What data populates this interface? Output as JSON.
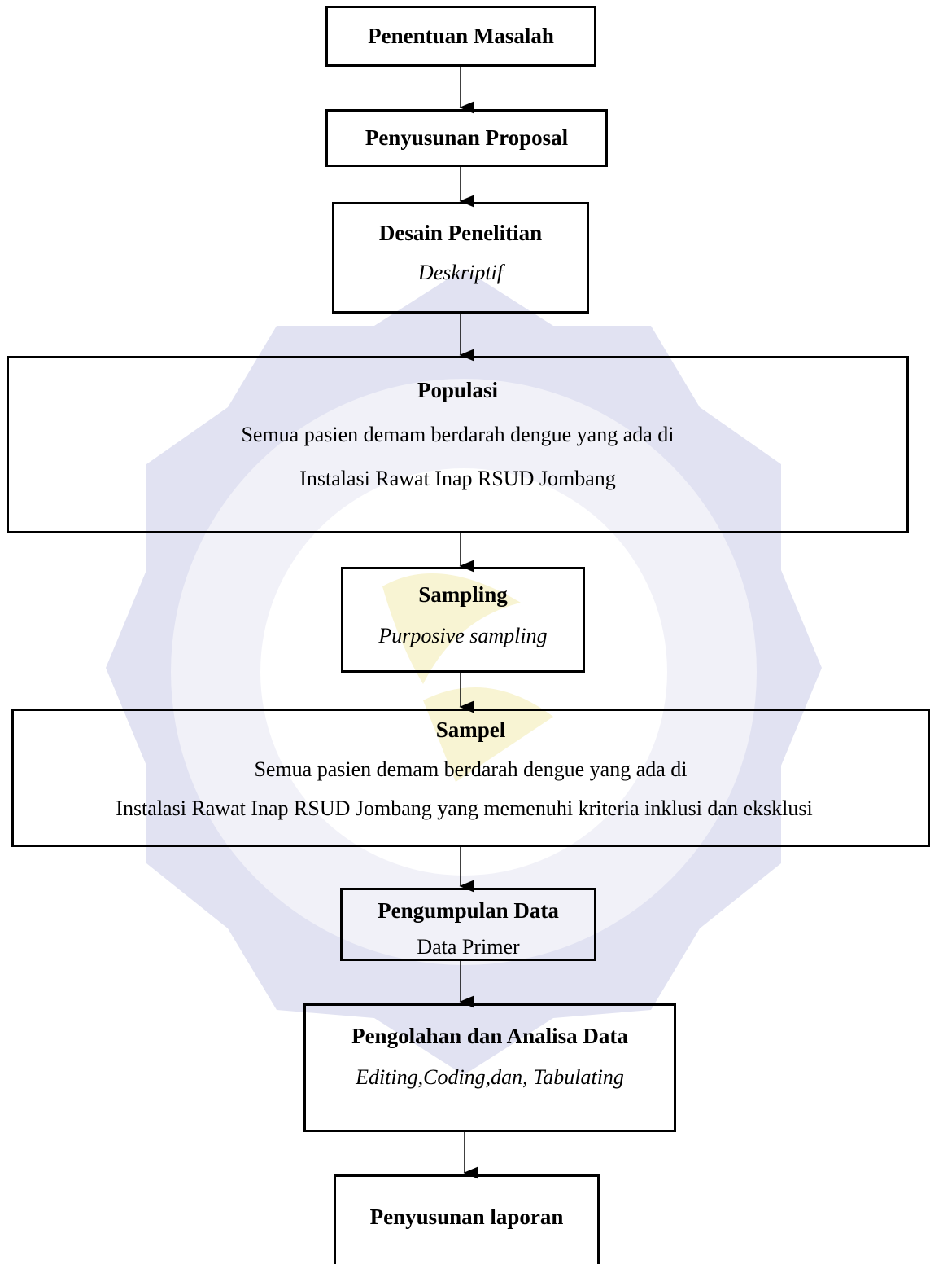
{
  "flow": {
    "step1": {
      "title": "Penentuan Masalah"
    },
    "step2": {
      "title": "Penyusunan Proposal"
    },
    "step3": {
      "title": "Desain Penelitian",
      "subtitle": "Deskriptif"
    },
    "step4": {
      "title": "Populasi",
      "line1": "Semua pasien demam berdarah dengue yang ada di",
      "line2": "Instalasi Rawat Inap RSUD Jombang"
    },
    "step5": {
      "title": "Sampling",
      "subtitle": "Purposive sampling"
    },
    "step6": {
      "title": "Sampel",
      "line1": "Semua pasien demam berdarah dengue yang ada di",
      "line2": "Instalasi Rawat Inap RSUD Jombang yang memenuhi kriteria inklusi dan eksklusi"
    },
    "step7": {
      "title": "Pengumpulan Data",
      "subtitle": "Data Primer"
    },
    "step8": {
      "title": "Pengolahan dan Analisa Data",
      "subtitle": "Editing,Coding,dan, Tabulating"
    },
    "step9": {
      "title": "Penyusunan laporan"
    }
  },
  "watermark": {
    "colors": {
      "seal": "#c9cbe8",
      "seal_inner": "#e6e6f4",
      "accent": "#f3ecb0"
    }
  },
  "colors": {
    "stroke": "#000000",
    "background": "#ffffff"
  }
}
